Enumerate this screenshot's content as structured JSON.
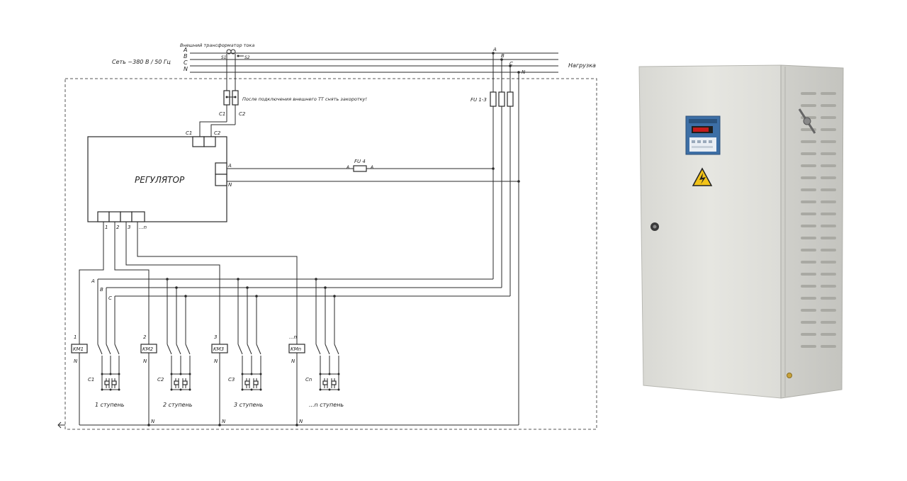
{
  "network": {
    "label": "Сеть ~380 В / 50 Гц",
    "load_label": "Нагрузка",
    "ct_label": "Внешний трансформатор тока",
    "ct_s1": "S1",
    "ct_s2": "S2",
    "phases": [
      "A",
      "B",
      "C",
      "N"
    ]
  },
  "jumper_note": "После подключения внешнего ТТ снять закоротку!",
  "terminals": {
    "c1": "C1",
    "c2": "C2",
    "a": "A",
    "n": "N"
  },
  "fuses": {
    "main": "FU 1-3",
    "control": "FU 4"
  },
  "regulator": {
    "label": "РЕГУЛЯТОР",
    "outputs": [
      "1",
      "2",
      "3",
      "...n"
    ]
  },
  "stages": [
    {
      "num": "1",
      "contactor": "KM1",
      "capacitor": "C1",
      "label": "1 ступень"
    },
    {
      "num": "2",
      "contactor": "KM2",
      "capacitor": "C2",
      "label": "2 ступень"
    },
    {
      "num": "3",
      "contactor": "KM3",
      "capacitor": "C3",
      "label": "3 ступень"
    },
    {
      "num": "...n",
      "contactor": "KMn",
      "capacitor": "Cn",
      "label": "...n ступень"
    }
  ],
  "colors": {
    "cabinet": "#e2e2de",
    "cabinet_side": "#cfcfca",
    "controller": "#3d6fa6",
    "display": "#c41b1b",
    "warning": "#f2c318"
  }
}
